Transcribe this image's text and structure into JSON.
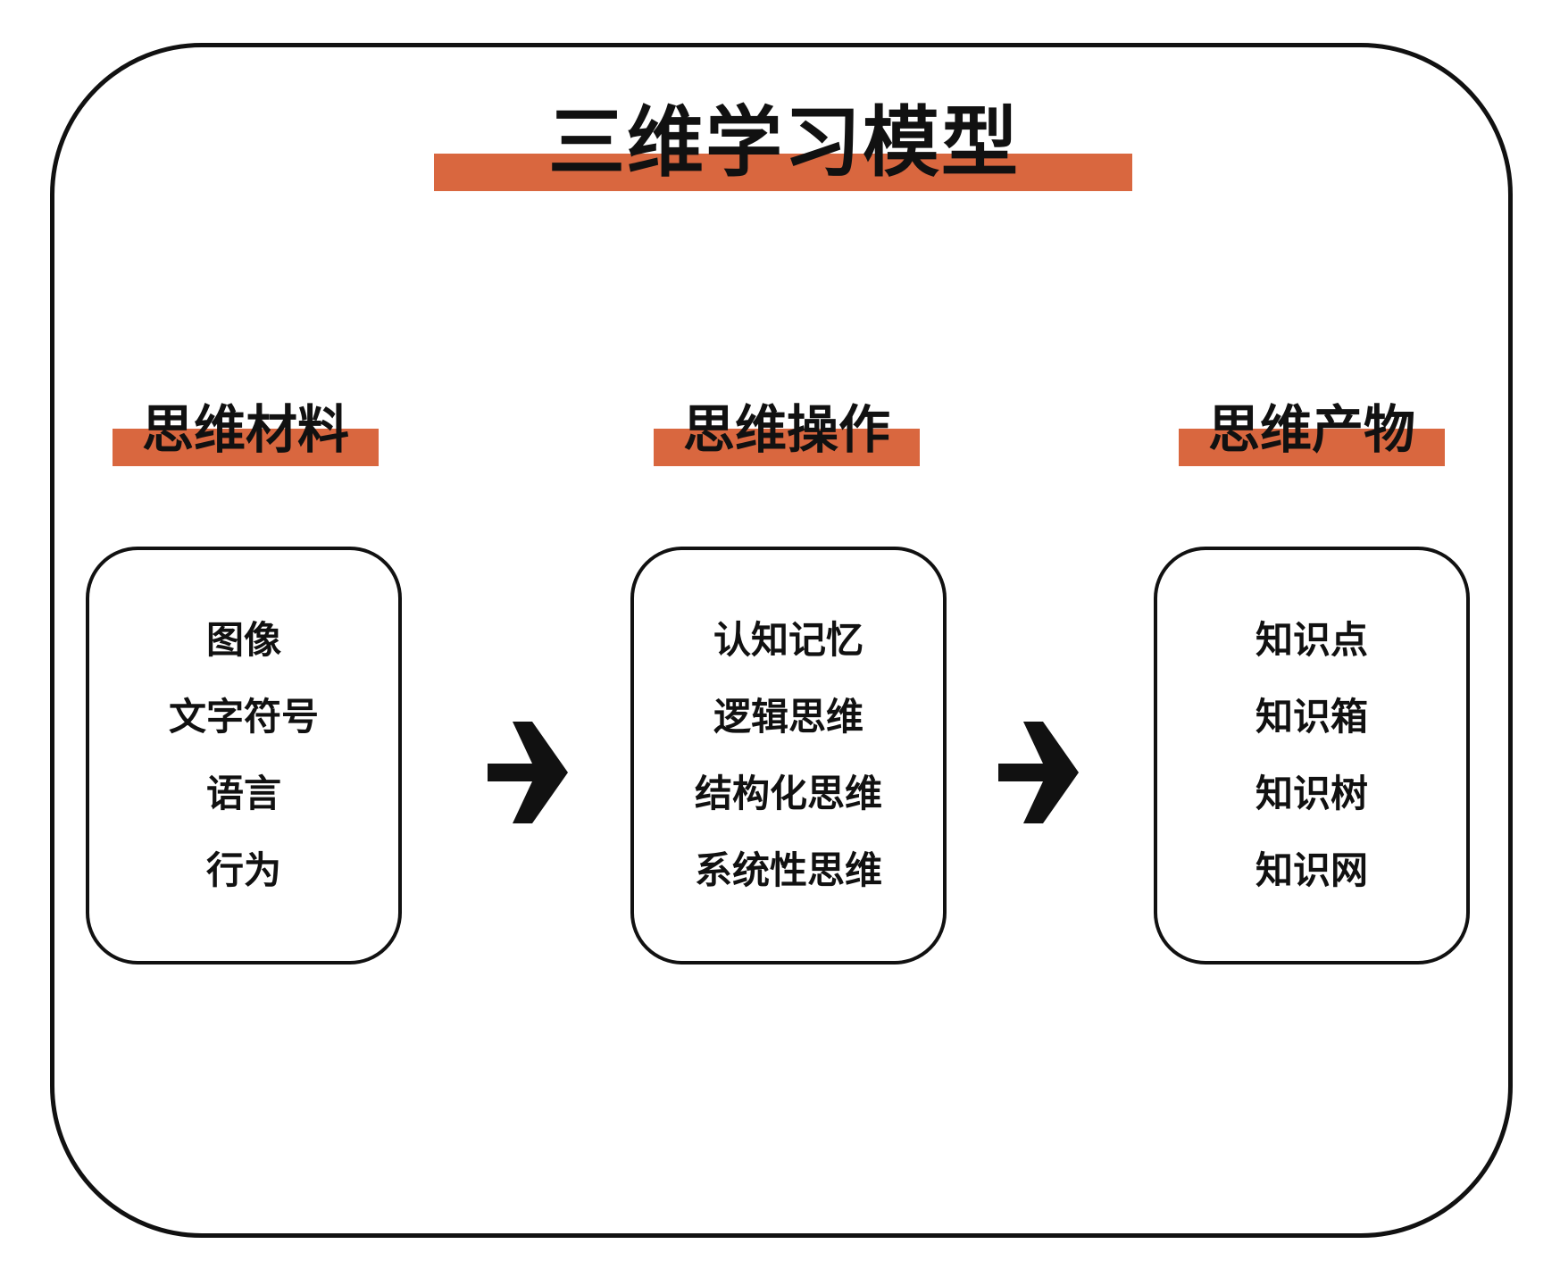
{
  "title": "三维学习模型",
  "columns": [
    {
      "heading": "思维材料",
      "items": [
        "图像",
        "文字符号",
        "语言",
        "行为"
      ]
    },
    {
      "heading": "思维操作",
      "items": [
        "认知记忆",
        "逻辑思维",
        "结构化思维",
        "系统性思维"
      ]
    },
    {
      "heading": "思维产物",
      "items": [
        "知识点",
        "知识箱",
        "知识树",
        "知识网"
      ]
    }
  ],
  "colors": {
    "accent": "#d9673f",
    "ink": "#111111",
    "background": "#ffffff"
  },
  "icons": [
    "arrow-right-icon",
    "arrow-right-icon"
  ]
}
